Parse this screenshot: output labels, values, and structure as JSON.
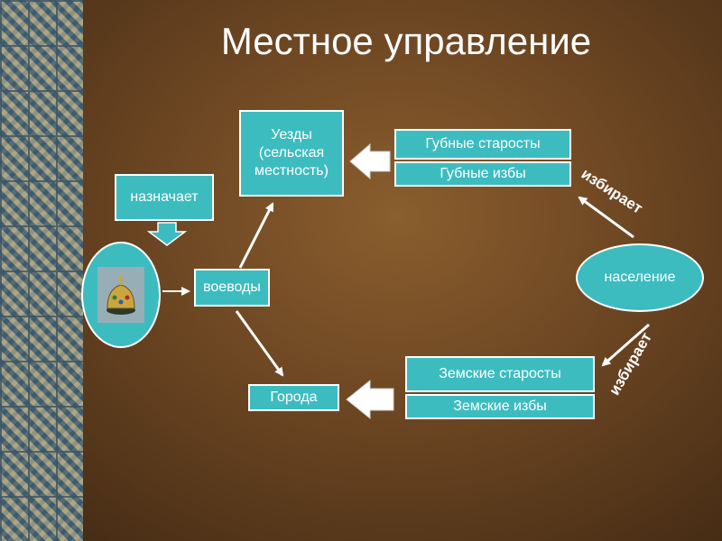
{
  "title": "Местное управление",
  "nodes": {
    "uezdy": "Уезды (сельская местность)",
    "gubnye_starosty": "Губные старосты",
    "gubnye_izby": "Губные избы",
    "naznachaet": "назначает",
    "voevody": "воеводы",
    "naselenie": "население",
    "zemskie_starosty": "Земские старосты",
    "zemskie_izby": "Земские избы",
    "goroda": "Города"
  },
  "edges": {
    "izbiraet_top": "избирает",
    "izbiraet_bottom": "избирает"
  },
  "icons": {
    "tsar": "crown-icon"
  },
  "colors": {
    "box_fill": "#3dbcc0",
    "background": "#6b4522",
    "text": "#ffffff"
  }
}
